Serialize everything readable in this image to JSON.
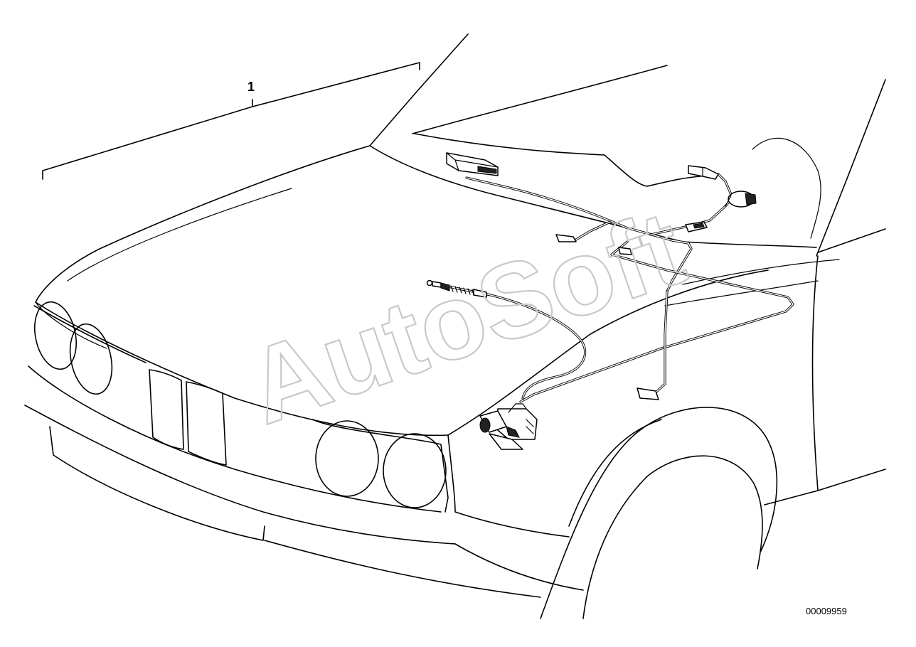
{
  "callouts": [
    {
      "label": "1"
    }
  ],
  "diagram_id": "00009959",
  "watermark": "AutoSoft"
}
